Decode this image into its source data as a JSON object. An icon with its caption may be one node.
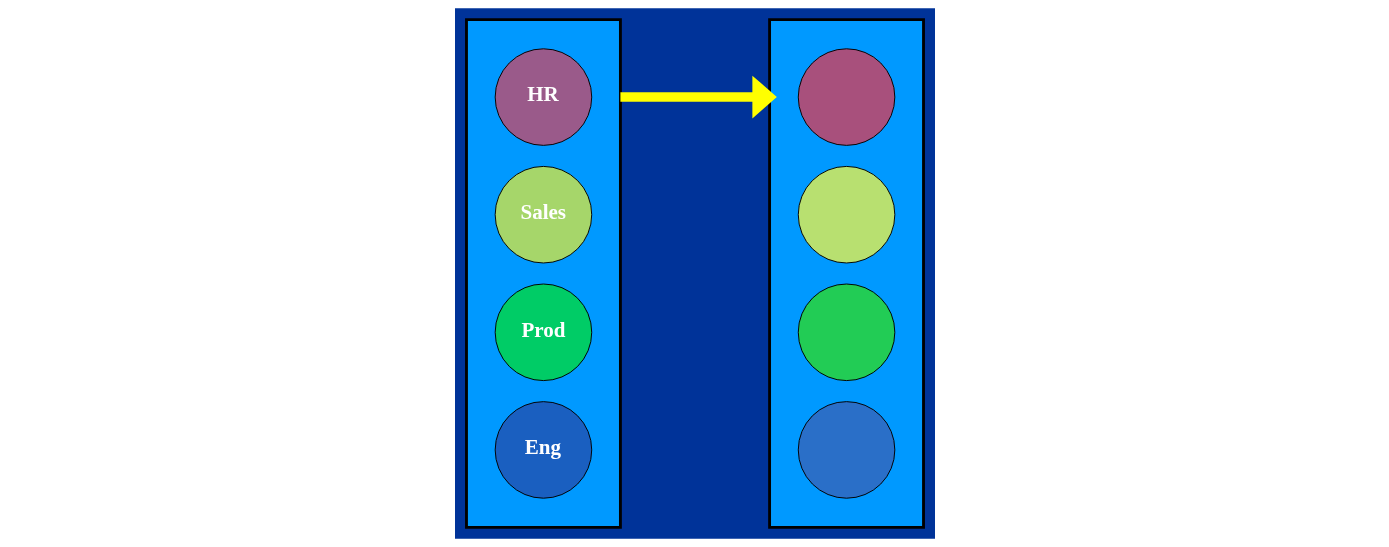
{
  "diagram": {
    "nodes": [
      {
        "text": [],
        "shape": "box"
      },
      {
        "text": [
          "HR"
        ],
        "in": 0
      },
      {
        "text": [
          "Sales"
        ],
        "in": 0
      },
      {
        "text": [
          "Prod"
        ],
        "in": 0
      },
      {
        "text": [
          "Eng"
        ],
        "in": 0
      },
      {
        "text": [],
        "shape": "box"
      },
      {
        "text": [],
        "shape": "circle",
        "in": 5
      },
      {
        "text": [],
        "shape": "circle",
        "in": 5
      },
      {
        "text": [],
        "shape": "circle",
        "in": 5
      },
      {
        "text": [],
        "shape": "circle",
        "in": 5
      }
    ],
    "edges": [
      {
        "from": 0,
        "to": 5,
        "arrow": "to",
        "color": "#ffff00"
      }
    ]
  }
}
